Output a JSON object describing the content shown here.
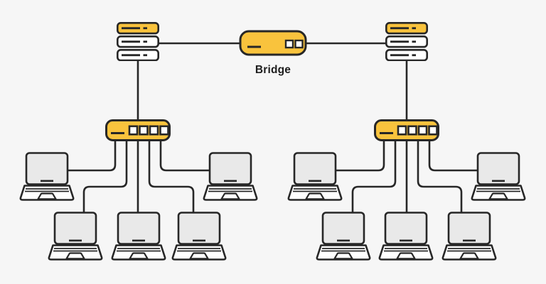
{
  "diagram": {
    "bridge_label": "Bridge",
    "left_network": {
      "server_units": 3,
      "switch_ports": 4,
      "laptops": 5
    },
    "right_network": {
      "server_units": 3,
      "switch_ports": 4,
      "laptops": 5
    }
  },
  "colors": {
    "background": "#f6f6f6",
    "accent_yellow": "#f9c33d",
    "outline": "#272727",
    "device_white": "#ffffff",
    "screen_gray": "#e9e9e9",
    "label_text": "#1d1d1d"
  }
}
